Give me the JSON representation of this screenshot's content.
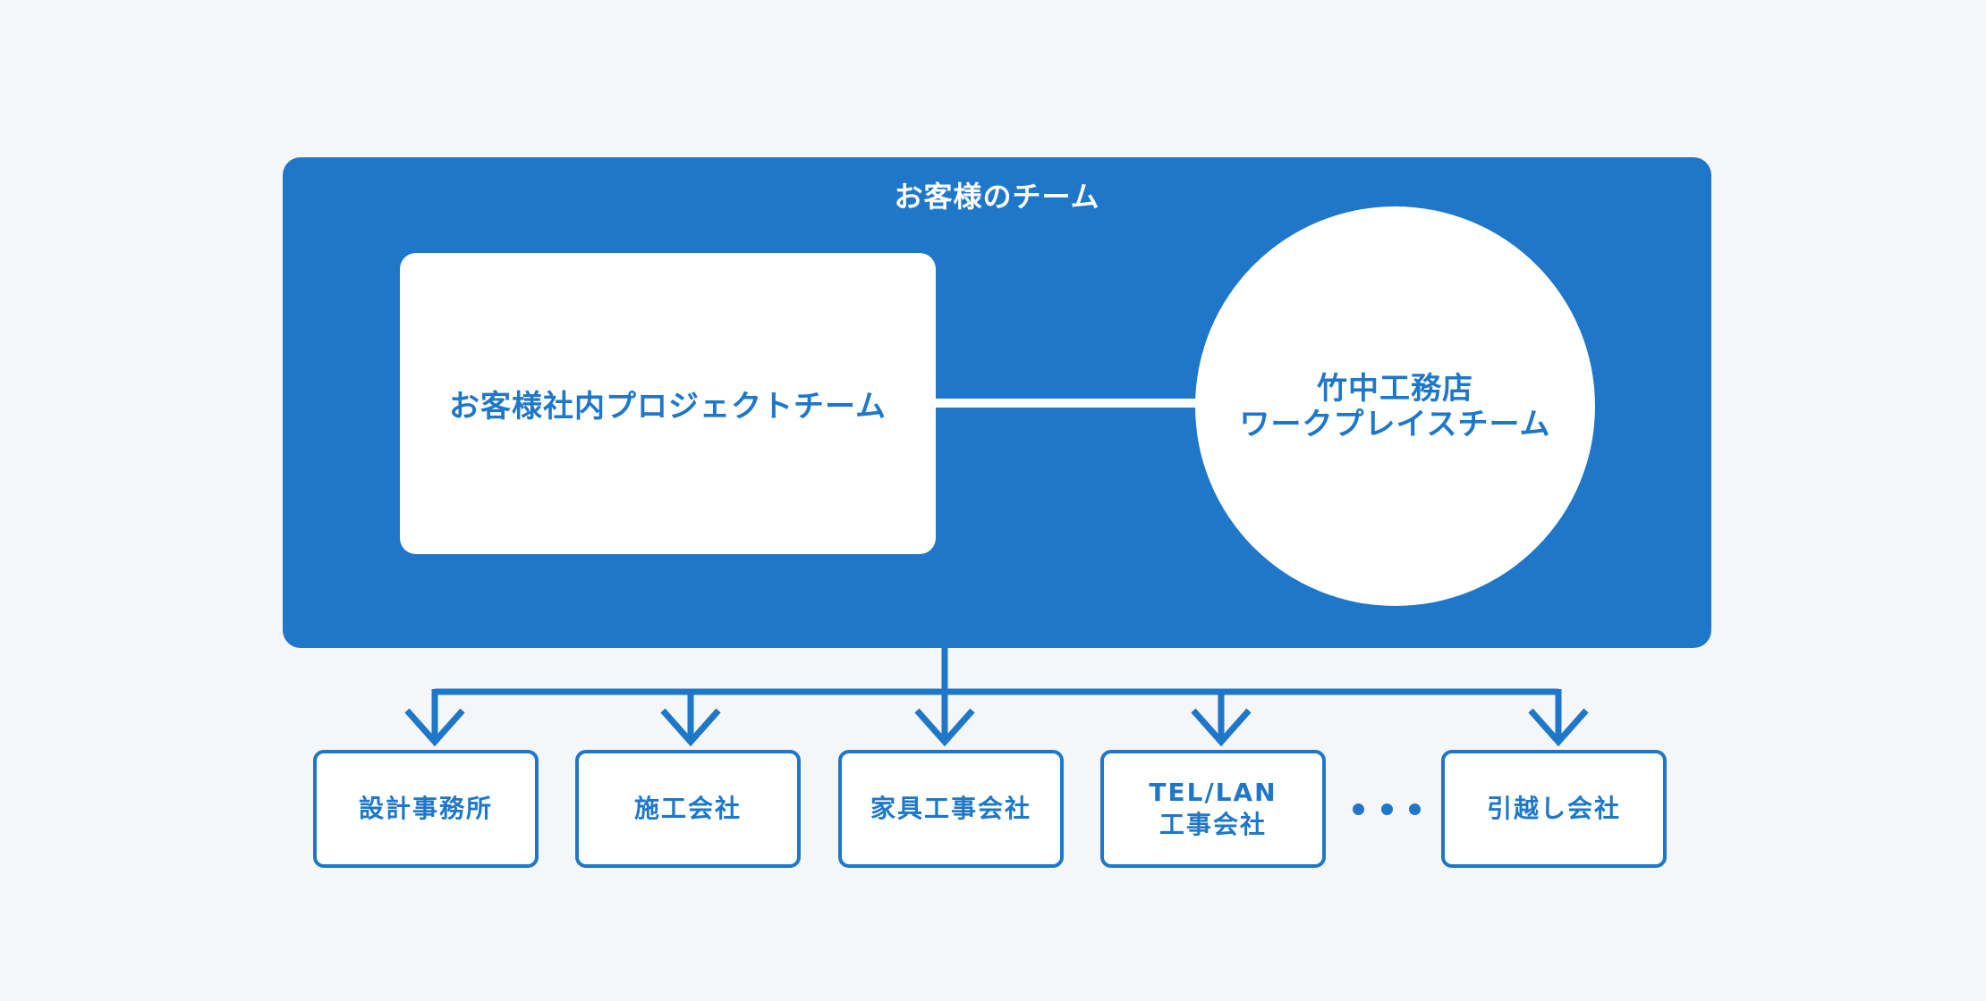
{
  "colors": {
    "primary": "#1e77c8",
    "background": "#f4f6f8",
    "panel_text": "#ffffff"
  },
  "customer_team": {
    "title": "お客様のチーム",
    "project_team": "お客様社内プロジェクトチーム",
    "workplace_team": {
      "line1": "竹中工務店",
      "line2": "ワークプレイスチーム"
    }
  },
  "vendors": [
    {
      "line1": "設計事務所",
      "line2": ""
    },
    {
      "line1": "施工会社",
      "line2": ""
    },
    {
      "line1": "家具工事会社",
      "line2": ""
    },
    {
      "line1": "TEL/LAN",
      "line2": "工事会社"
    },
    {
      "line1": "引越し会社",
      "line2": ""
    }
  ],
  "more_indicator": "ellipsis"
}
